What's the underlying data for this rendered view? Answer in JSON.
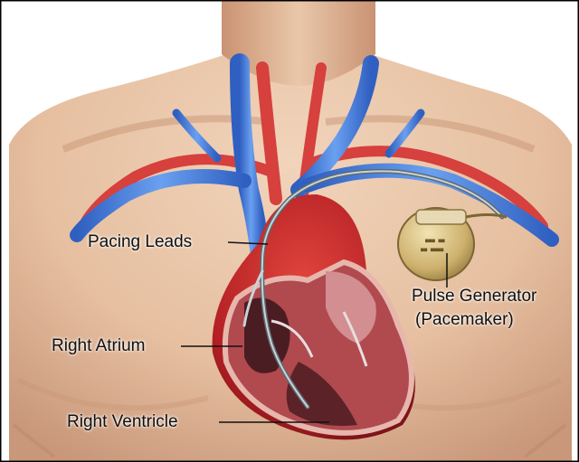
{
  "labels": {
    "pacing_leads": "Pacing Leads",
    "pulse_generator_line1": "Pulse Generator",
    "pulse_generator_line2": "(Pacemaker)",
    "right_atrium": "Right Atrium",
    "right_ventricle": "Right Ventricle"
  },
  "colors": {
    "skin": "#e9c6a9",
    "skin_shadow": "#c99a7b",
    "vein_blue": "#3f78d8",
    "artery_red": "#d6403d",
    "heart_red": "#c62a2a",
    "heart_interior": "#b24f55",
    "generator_gold": "#d8c38a",
    "border": "#000000"
  }
}
